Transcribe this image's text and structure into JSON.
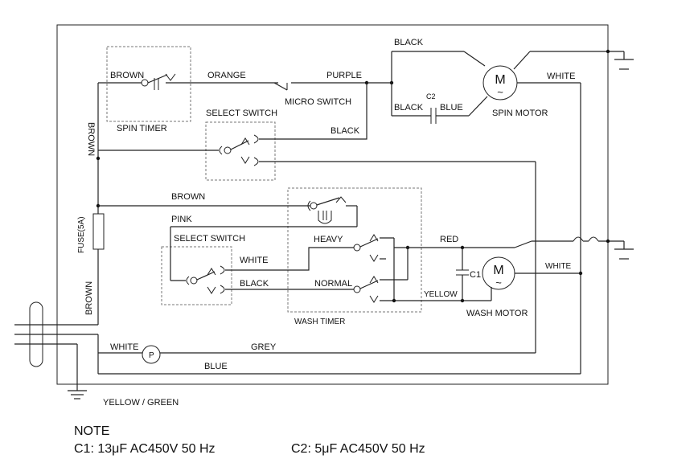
{
  "labels": {
    "brown_top": "BROWN",
    "orange": "ORANGE",
    "purple": "PURPLE",
    "black_top": "BLACK",
    "micro_switch": "MICRO  SWITCH",
    "spin_timer": "SPIN TIMER",
    "select_switch_1": "SELECT  SWITCH",
    "black_select": "BLACK",
    "brown_vertical": "BROWN",
    "c2": "C2",
    "black_c2": "BLACK",
    "blue_c2": "BLUE",
    "spin_motor": "SPIN MOTOR",
    "white_spin": "WHITE",
    "brown_mid": "BROWN",
    "pink": "PINK",
    "select_switch_2": "SELECT SWITCH",
    "heavy": "HEAVY",
    "red": "RED",
    "white_mid": "WHITE",
    "black_mid": "BLACK",
    "normal": "NORMAL",
    "c1": "C1",
    "yellow": "YELLOW",
    "wash_timer": "WASH TIMER",
    "wash_motor": "WASH MOTOR",
    "white_wash": "WHITE",
    "fuse": "FUSE(5A)",
    "brown_lower": "BROWN",
    "white_pump": "WHITE",
    "pump_symbol": "P",
    "grey": "GREY",
    "blue_bottom": "BLUE",
    "yellow_green": "YELLOW / GREEN",
    "motor_m": "M",
    "motor_tilde": "~"
  },
  "note": {
    "title": "NOTE",
    "c1": "C1: 13μF  AC450V  50 Hz",
    "c2": "C2: 5μF  AC450V  50 Hz"
  }
}
